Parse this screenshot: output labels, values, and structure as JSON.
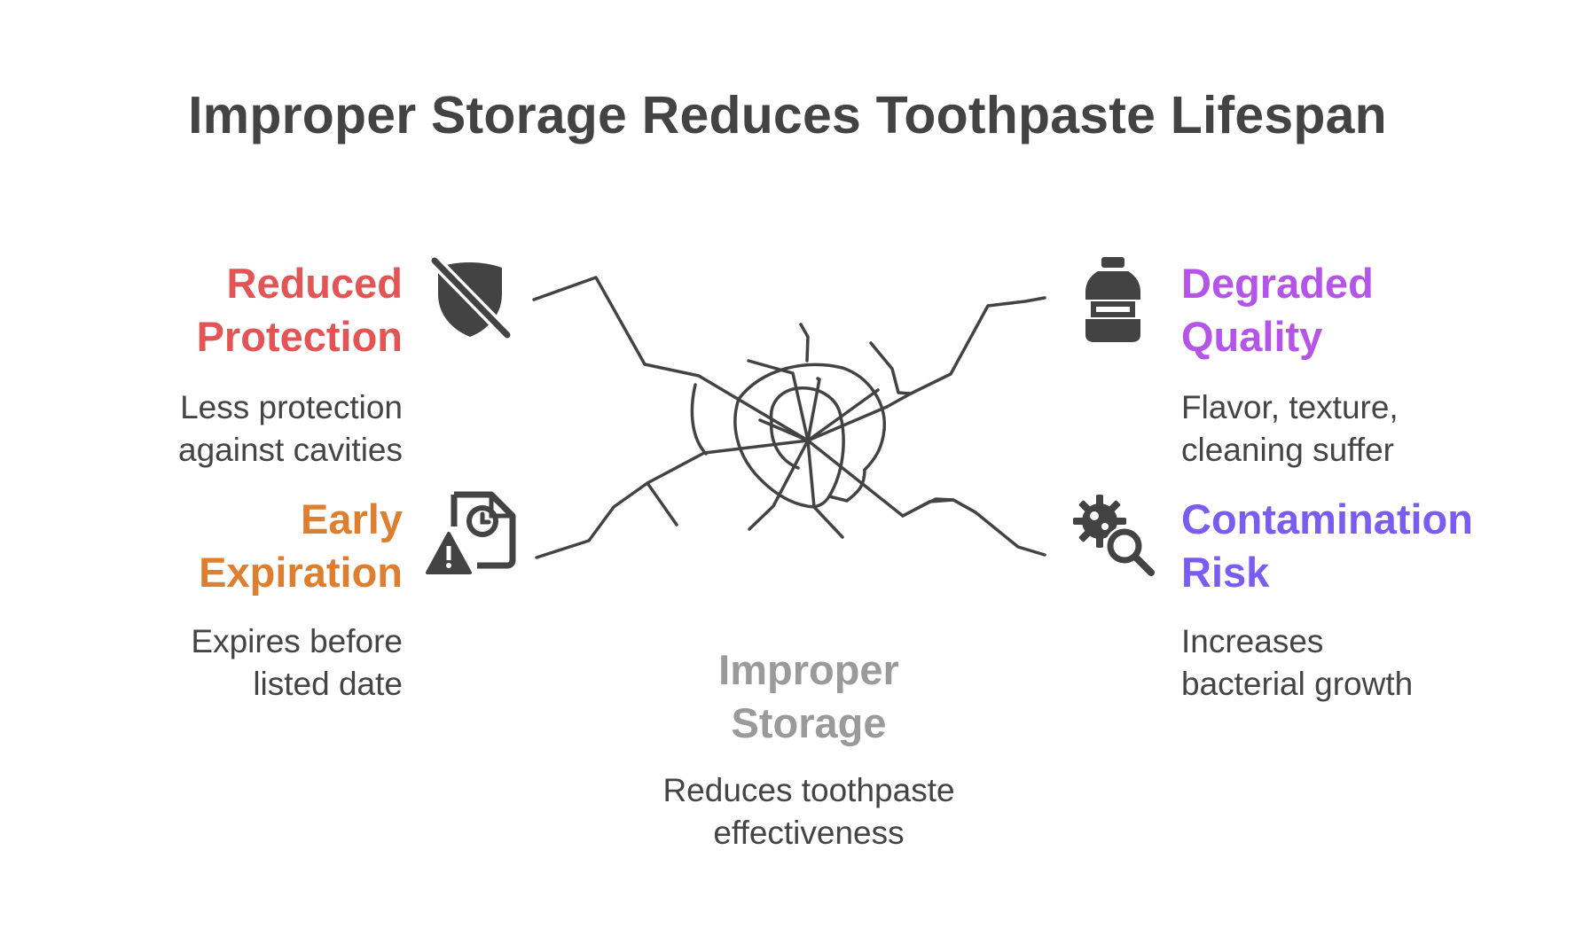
{
  "title": "Improper Storage Reduces Toothpaste Lifespan",
  "colors": {
    "title": "#434343",
    "reduced_protection": "#e35454",
    "early_expiration": "#dd7f2e",
    "degraded_quality": "#b554e8",
    "contamination_risk": "#7a5cf0",
    "center": "#9a9a9a",
    "icon": "#434343",
    "line": "#434343"
  },
  "center": {
    "heading_line1": "Improper",
    "heading_line2": "Storage",
    "desc_line1": "Reduces toothpaste",
    "desc_line2": "effectiveness"
  },
  "items": {
    "reduced_protection": {
      "heading_line1": "Reduced",
      "heading_line2": "Protection",
      "desc_line1": "Less protection",
      "desc_line2": "against cavities",
      "icon": "shield-off-icon"
    },
    "early_expiration": {
      "heading_line1": "Early",
      "heading_line2": "Expiration",
      "desc_line1": "Expires before",
      "desc_line2": "listed date",
      "icon": "expired-document-icon"
    },
    "degraded_quality": {
      "heading_line1": "Degraded",
      "heading_line2": "Quality",
      "desc_line1": "Flavor, texture,",
      "desc_line2": "cleaning suffer",
      "icon": "bottle-icon"
    },
    "contamination_risk": {
      "heading_line1": "Contamination",
      "heading_line2": "Risk",
      "desc_line1": "Increases",
      "desc_line2": "bacterial growth",
      "icon": "germ-search-icon"
    }
  }
}
